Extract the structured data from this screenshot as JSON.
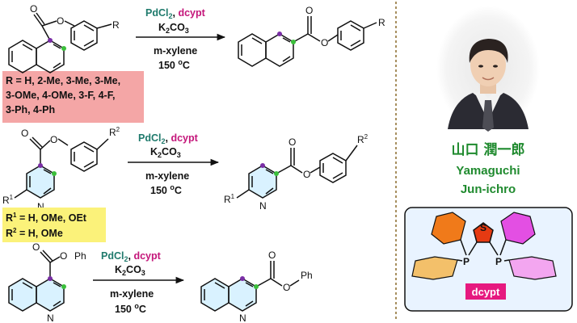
{
  "conditions": {
    "catalyst": "PdCl",
    "catalyst_sub": "2",
    "separator": ", ",
    "ligand": "dcypt",
    "base": "K",
    "base_sub1": "2",
    "base_co": "CO",
    "base_sub2": "3",
    "solvent": "m-xylene",
    "temp_num": "150 ",
    "temp_deg": "o",
    "temp_unit": "C"
  },
  "scope1": {
    "line1": "R = H, 2-Me, 3-Me, 3-Me,",
    "line2": "3-OMe, 4-OMe, 3-F, 4-F,",
    "line3": "3-Ph, 4-Ph"
  },
  "scope2": {
    "r1_main": "R",
    "r1_sup": "1",
    "r1_values": " = H, OMe, OEt",
    "r2_main": "R",
    "r2_sup": "2",
    "r2_values": " = H, OMe"
  },
  "atoms": {
    "O": "O",
    "N": "N",
    "R": "R",
    "R1": "R",
    "R1_sup": "1",
    "R2": "R",
    "R2_sup": "2",
    "Ph": "Ph",
    "S": "S",
    "P": "P"
  },
  "person": {
    "name_jp": "山口 潤一郎",
    "name_en_1": "Yamaguchi",
    "name_en_2": "Jun-ichro"
  },
  "ligand_label": "dcypt",
  "colors": {
    "purple_dot": "#7a2ea6",
    "green_dot": "#3bbf3b",
    "scope1_box": "#f4a6a6",
    "scope2_box": "#fbf27a",
    "pyridine_fill": "#d9f2ff",
    "thiophene_fill": "#e63a12",
    "cy_orange": "#f07a1a",
    "cy_yellow": "#f3c06a",
    "cy_magenta": "#e34fe3",
    "cy_pink": "#f3a6f0",
    "ligand_box": "#e9f3ff",
    "ligand_badge": "#e6197f",
    "name_green": "#1f8a2e",
    "pd_teal": "#1f7a6c"
  }
}
